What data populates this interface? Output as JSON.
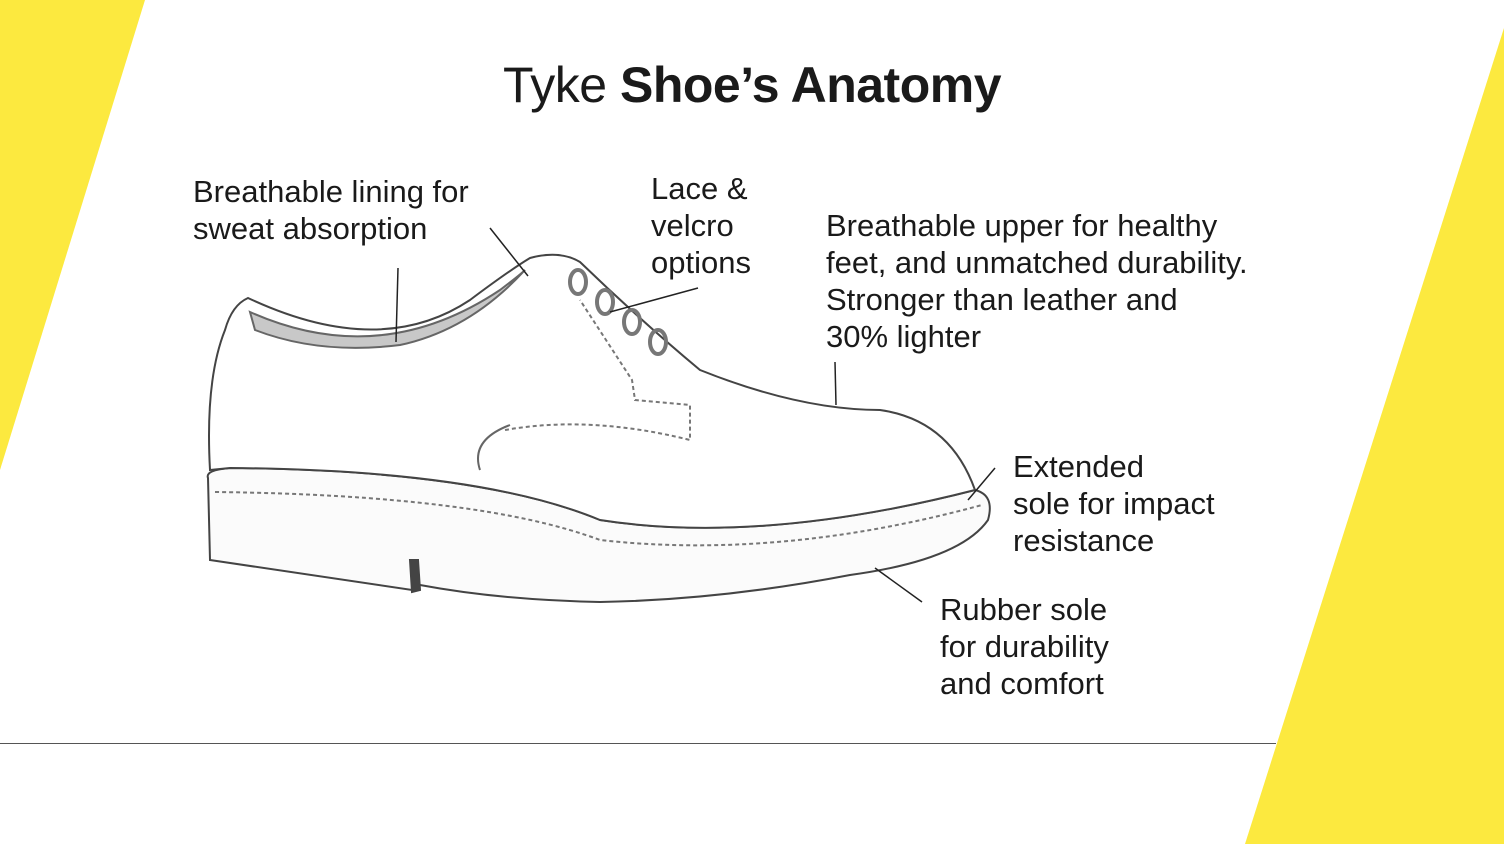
{
  "colors": {
    "accent": "#FCE93F",
    "text": "#1a1a1a"
  },
  "title": {
    "light": "Tyke",
    "bold": "Shoe’s Anatomy"
  },
  "callouts": {
    "lining": "Breathable lining for\nsweat absorption",
    "lace": "Lace &\nvelcro\noptions",
    "upper": "Breathable upper for healthy\nfeet, and unmatched durability.\nStronger than leather and\n30% lighter",
    "extended_sole": "Extended\nsole for impact\nresistance",
    "rubber_sole": "Rubber sole\nfor durability\nand comfort"
  }
}
